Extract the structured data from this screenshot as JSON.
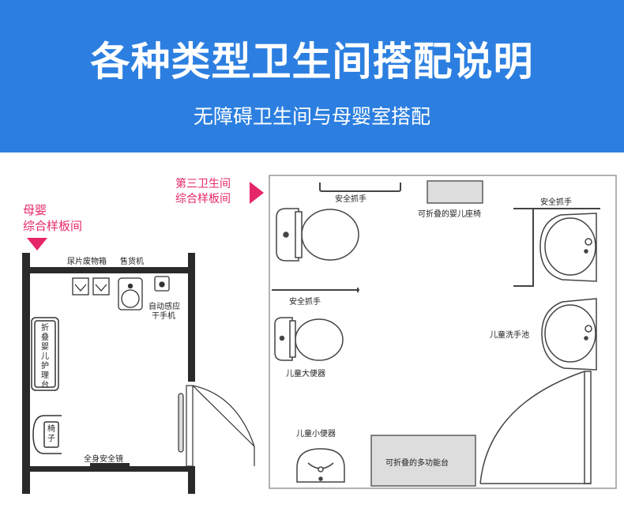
{
  "banner": {
    "title": "各种类型卫生间搭配说明",
    "subtitle": "无障碍卫生间与母婴室搭配"
  },
  "left_room": {
    "caption_line1": "母婴",
    "caption_line2": "综合样板间",
    "diaper_bin": "尿片废物箱",
    "vending": "售货机",
    "dryer_line1": "自动感应",
    "dryer_line2": "干手机",
    "changing_table": "折叠婴儿护理台",
    "chair": "椅子",
    "mirror": "全身安全镜"
  },
  "right_room": {
    "caption_line1": "第三卫生间",
    "caption_line2": "综合样板间",
    "grab_bar_top": "安全抓手",
    "baby_seat": "可折叠的婴儿座椅",
    "grab_bar_right": "安全抓手",
    "grab_bar_left": "安全抓手",
    "kids_sink": "儿童洗手池",
    "kids_toilet": "儿童大便器",
    "kids_urinal": "儿童小便器",
    "multi_table": "可折叠的多功能台"
  },
  "colors": {
    "banner": "#2c7fe0",
    "accent": "#e6266a"
  }
}
